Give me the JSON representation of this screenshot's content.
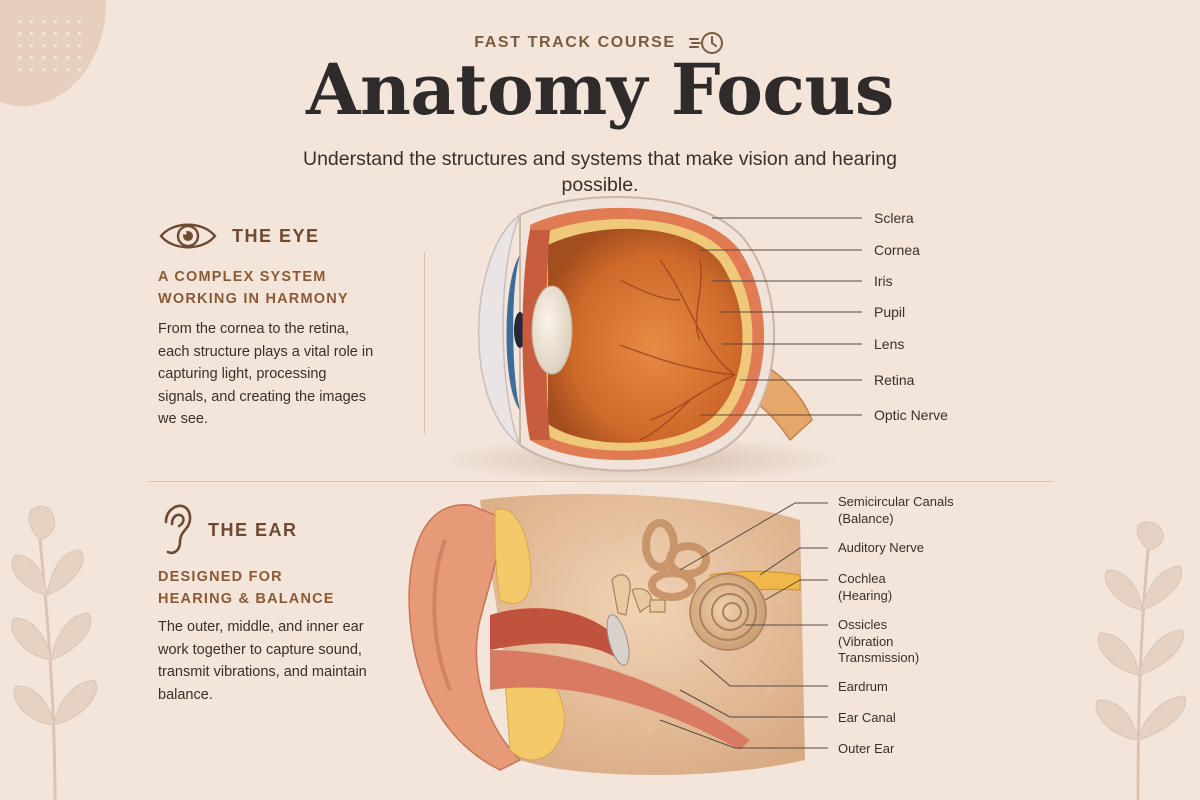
{
  "header": {
    "kicker": "FAST TRACK COURSE",
    "title": "Anatomy Focus",
    "subtitle": "Understand the structures and systems that make vision and hearing possible."
  },
  "eye_section": {
    "heading": "THE EYE",
    "subheading_line1": "A COMPLEX SYSTEM",
    "subheading_line2": "WORKING IN HARMONY",
    "body": "From the cornea to the retina, each structure plays a vital role in capturing light, processing signals, and creating the images we see.",
    "labels": [
      "Sclera",
      "Cornea",
      "Iris",
      "Pupil",
      "Lens",
      "Retina",
      "Optic Nerve"
    ]
  },
  "ear_section": {
    "heading": "THE EAR",
    "subheading_line1": "DESIGNED FOR",
    "subheading_line2": "HEARING & BALANCE",
    "body": "The outer, middle, and inner ear work together to capture sound, transmit vibrations, and maintain balance.",
    "labels": [
      {
        "line1": "Semicircular Canals",
        "line2": "(Balance)"
      },
      {
        "line1": "Auditory Nerve",
        "line2": ""
      },
      {
        "line1": "Cochlea",
        "line2": "(Hearing)"
      },
      {
        "line1": "Ossicles",
        "line2": "(Vibration",
        "line3": "Transmission)"
      },
      {
        "line1": "Eardrum",
        "line2": ""
      },
      {
        "line1": "Ear Canal",
        "line2": ""
      },
      {
        "line1": "Outer Ear",
        "line2": ""
      }
    ]
  },
  "icons": {
    "kicker": "clock-speed-icon",
    "eye": "eye-icon",
    "ear": "ear-icon",
    "decor": "leaf-branch-icon"
  },
  "colors": {
    "background": "#f3e5da",
    "heading_brown": "#6e4a32",
    "title": "#2f2b2b",
    "eye_orange": "#d9712f",
    "ear_tan": "#d9a27c"
  }
}
